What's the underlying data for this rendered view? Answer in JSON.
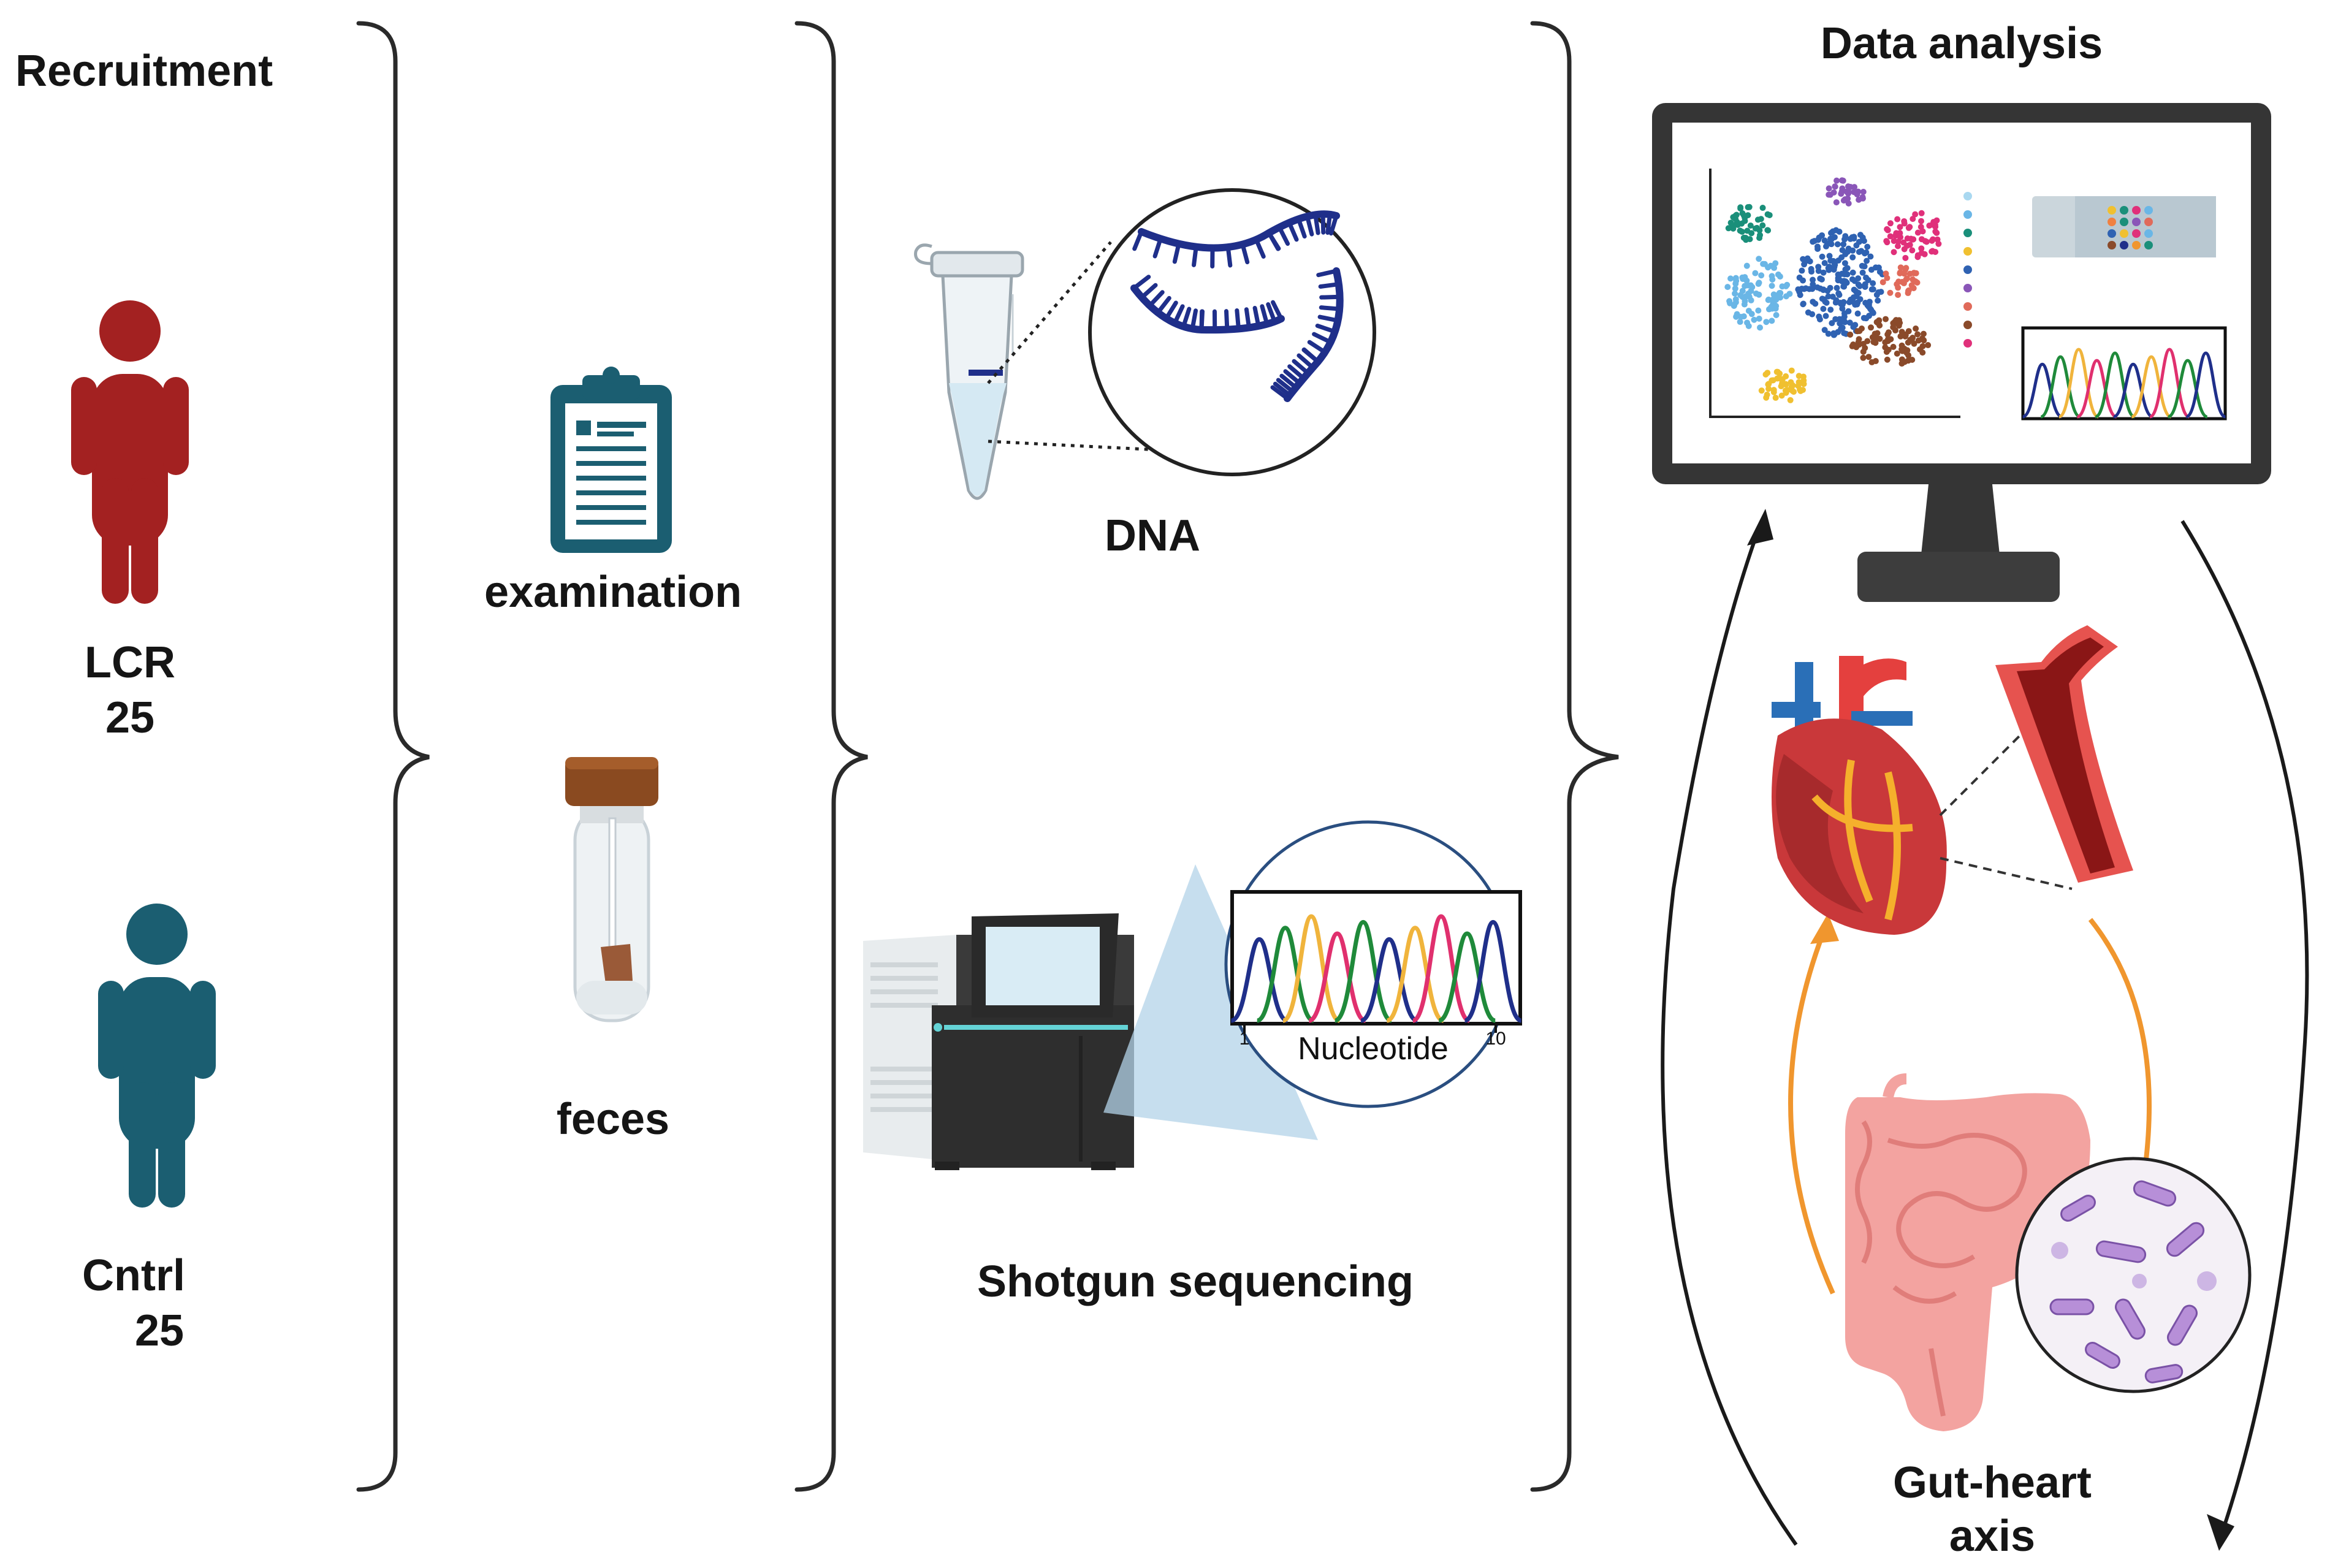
{
  "recruitment": {
    "title": "Recruitment",
    "groups": [
      {
        "name": "LCR",
        "count": "25",
        "color": "#a32121"
      },
      {
        "name": "Cntrl",
        "count": "25",
        "color": "#1b5e71"
      }
    ]
  },
  "samples": {
    "examination_label": "examination",
    "feces_label": "feces"
  },
  "processing": {
    "dna_label": "DNA",
    "sequencing_label": "Shotgun sequencing",
    "chromatogram": {
      "xlabel": "Nucleotide",
      "tick_start": "1",
      "tick_end": "10"
    }
  },
  "analysis": {
    "title": "Data analysis",
    "axis_label_line1": "Gut-heart",
    "axis_label_line2": "axis"
  },
  "colors": {
    "lcr": "#a32121",
    "control": "#1b5e71",
    "dna": "#1f2f8a",
    "monitor_frame": "#3a3a3a",
    "arrow_orange": "#f0962e"
  },
  "icons": [
    "person-icon",
    "clipboard-icon",
    "sample-tube-icon",
    "microtube-icon",
    "dna-strand-icon",
    "sequencer-icon",
    "chromatogram-icon",
    "monitor-icon",
    "scatter-plot-icon",
    "heart-icon",
    "artery-icon",
    "intestine-icon",
    "bacteria-icon"
  ]
}
